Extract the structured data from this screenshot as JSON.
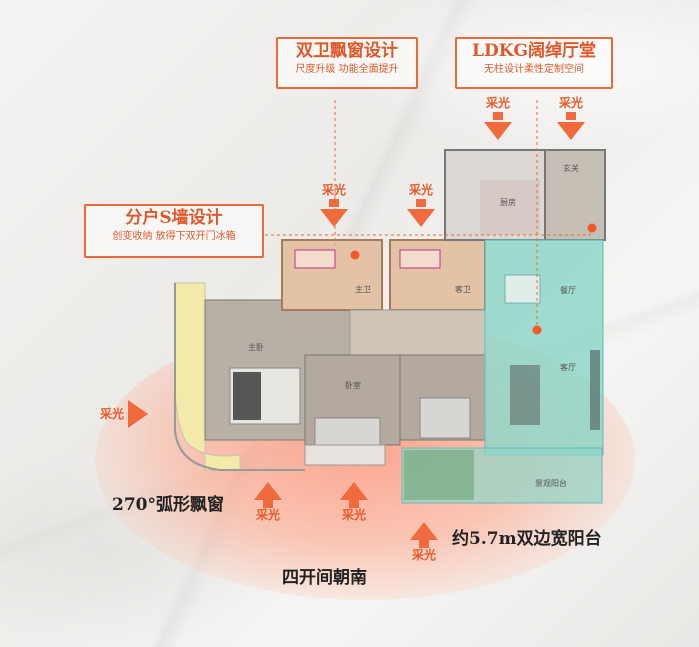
{
  "callouts": {
    "bathroom": {
      "title": "双卫飘窗设计",
      "subtitle": "尺度升级 功能全面提升"
    },
    "ldkg": {
      "title": "LDKG阔绰厅堂",
      "subtitle": "无柱设计柔性定制空间"
    },
    "swall": {
      "title": "分户S墙设计",
      "subtitle": "创变收纳 放得下双开门冰箱"
    }
  },
  "light_label": "采光",
  "features": {
    "bay_window": "270°弧形飘窗",
    "south": "四开间朝南",
    "balcony": "约5.7m双边宽阳台"
  },
  "rooms": {
    "kitchen": "厨房",
    "entry": "玄关",
    "master_bath": "主卫",
    "guest_bath": "客卫",
    "dining": "餐厅",
    "living": "客厅",
    "master_bed": "主卧",
    "bedroom": "卧室",
    "view_balcony": "景观阳台"
  },
  "colors": {
    "accent": "#e86a3a",
    "glow": "#ff8c6e",
    "teal": "#8fd6c8"
  }
}
